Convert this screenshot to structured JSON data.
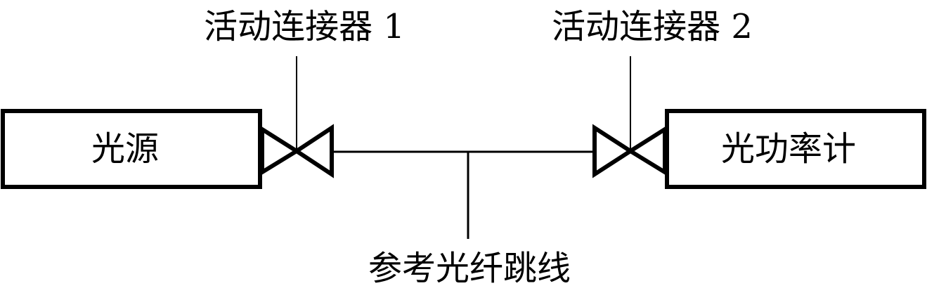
{
  "labels": {
    "connector1": "活动连接器 1",
    "connector2": "活动连接器 2",
    "reference_fiber": "参考光纤跳线"
  },
  "boxes": {
    "light_source": "光源",
    "power_meter": "光功率计"
  }
}
